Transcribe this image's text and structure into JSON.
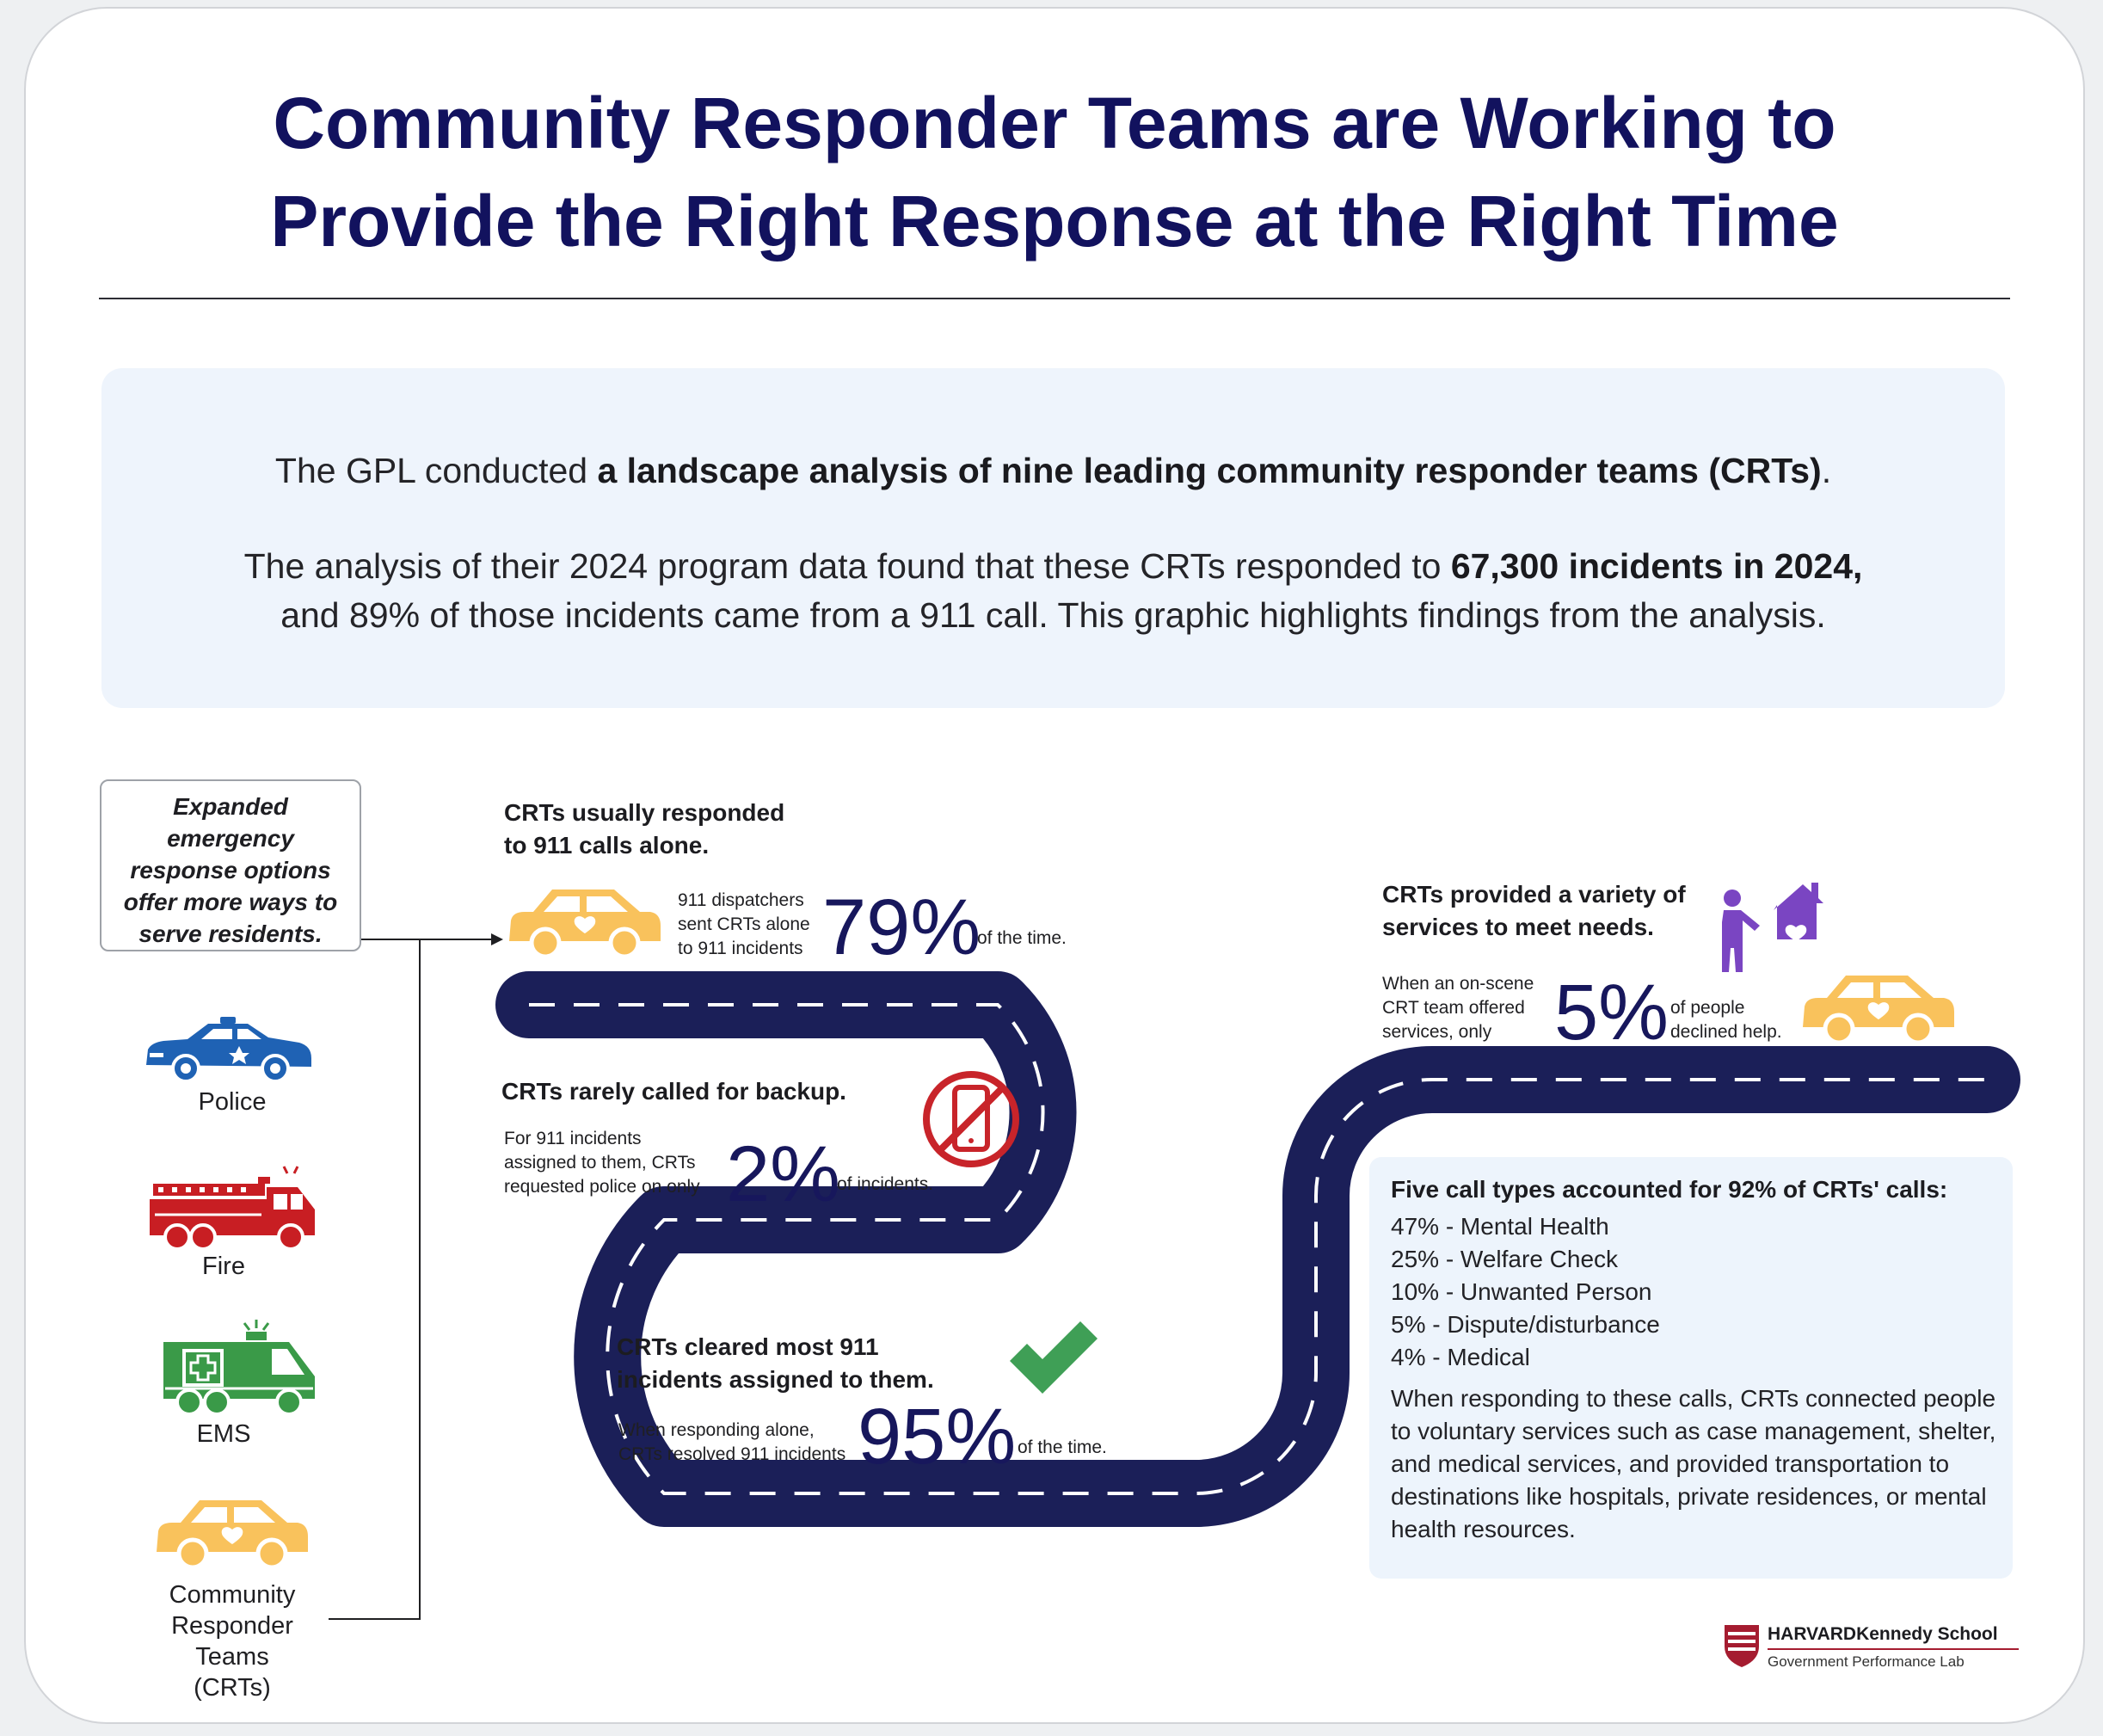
{
  "title": {
    "line1": "Community Responder Teams are Working to",
    "line2": "Provide the Right Response at the Right Time"
  },
  "intro": {
    "l1_pre": "The GPL conducted ",
    "l1_bold": "a landscape analysis of nine leading community responder teams (CRTs)",
    "l1_post": ".",
    "l2_pre": "The analysis of their 2024 program data found that these CRTs responded to ",
    "l2_bold": "67,300 incidents in 2024,",
    "l3": "and 89% of those incidents came from a 911 call. This graphic highlights findings from the analysis."
  },
  "legend": {
    "note_lines": [
      "Expanded",
      "emergency",
      "response options",
      "offer more ways to",
      "serve residents."
    ],
    "police": "Police",
    "fire": "Fire",
    "ems": "EMS",
    "crt_lines": [
      "Community",
      "Responder",
      "Teams (CRTs)"
    ]
  },
  "findings": {
    "alone": {
      "heading_lines": [
        "CRTs usually responded",
        "to 911 calls alone."
      ],
      "pre_lines": [
        "911 dispatchers",
        "sent CRTs alone",
        "to 911 incidents"
      ],
      "stat": "79%",
      "suffix": "of the time."
    },
    "backup": {
      "heading": "CRTs rarely called for backup.",
      "pre_lines": [
        "For 911 incidents",
        "assigned to them, CRTs",
        "requested police on only"
      ],
      "stat": "2%",
      "suffix": "of incidents."
    },
    "cleared": {
      "heading_lines": [
        "CRTs cleared most 911",
        "incidents assigned to them."
      ],
      "pre_lines": [
        "When responding alone,",
        "CRTs resolved 911 incidents"
      ],
      "stat": "95%",
      "suffix": "of the time."
    },
    "services": {
      "heading_lines": [
        "CRTs provided a variety of",
        "services to meet needs."
      ],
      "pre_lines": [
        "When an on-scene",
        "CRT team offered",
        "services, only"
      ],
      "stat": "5%",
      "suffix_lines": [
        "of people",
        "declined help."
      ]
    }
  },
  "call_types": {
    "heading": "Five call types accounted for 92% of CRTs' calls:",
    "items": [
      "47% - Mental Health",
      "25% - Welfare Check",
      "10% - Unwanted Person",
      "5% - Dispute/disturbance",
      "4% - Medical"
    ],
    "paragraph": "When responding to these calls, CRTs connected people to voluntary services such as case management, shelter, and medical services, and provided transportation to destinations like hospitals, private residences, or mental health resources."
  },
  "logo": {
    "name_a": "HARVARD",
    "name_b": "Kennedy School",
    "lab": "Government Performance Lab"
  },
  "colors": {
    "title": "#12125e",
    "road": "#1b1f58",
    "police": "#1f62b4",
    "fire": "#c81e23",
    "ems": "#3a9a48",
    "crt": "#f9c25c",
    "services_icon": "#7a45c2",
    "no_phone": "#c8242a",
    "check": "#3f9f56",
    "harvard": "#a51c30"
  },
  "icons": [
    "police-car-icon",
    "fire-truck-icon",
    "ambulance-icon",
    "crt-car-icon",
    "no-phone-icon",
    "checkmark-icon",
    "person-home-icon",
    "harvard-shield-icon"
  ]
}
